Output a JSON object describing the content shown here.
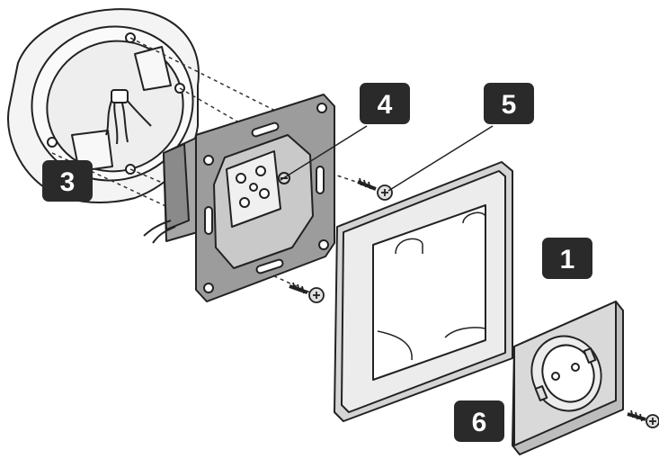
{
  "colors": {
    "outline": "#222222",
    "box_fill": "#f2f2f2",
    "box_inner": "#e6e6e6",
    "mechanism_dark": "#8a8a8a",
    "mechanism_mid": "#a6a6a6",
    "mechanism_light": "#c9c9c9",
    "frame_fill": "#d4d4d4",
    "frame_light": "#ececec",
    "cover_fill": "#d9d9d9",
    "badge_fill": "#2a2a2a",
    "badge_text": "#ffffff",
    "dashed": "#333333"
  },
  "labels": {
    "one": "1",
    "three": "3",
    "four": "4",
    "five": "5",
    "six": "6"
  },
  "parts": {
    "mounting_box": "mounting-box",
    "mechanism": "socket-mechanism",
    "frame": "cover-frame",
    "cover": "socket-cover",
    "screws": [
      "mechanism-screw-upper",
      "mechanism-screw-lower",
      "cover-screw"
    ]
  }
}
